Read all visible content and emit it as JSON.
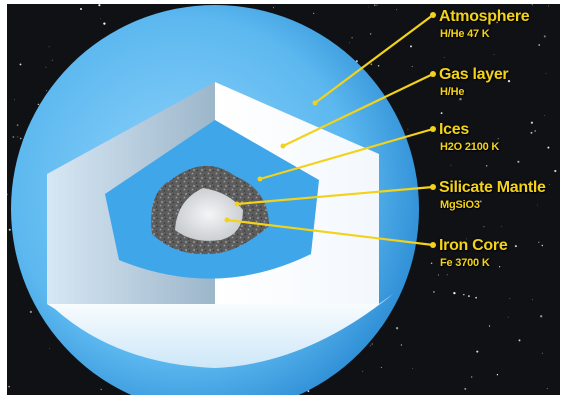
{
  "colors": {
    "background": "#101114",
    "label": "#f2d21a",
    "atmosphere": "#5cb8ef",
    "gas_layer": "#f4f9fe",
    "ices": "#3ea6e9",
    "silicate_mantle": "#6e6e6e",
    "iron_core": "#d9dce0"
  },
  "layers": [
    {
      "name": "Atmosphere",
      "detail": "H/He 47 K"
    },
    {
      "name": "Gas layer",
      "detail": "H/He"
    },
    {
      "name": "Ices",
      "detail": "H2O 2100 K"
    },
    {
      "name": "Silicate Mantle",
      "detail": "MgSiO3"
    },
    {
      "name": "Iron Core",
      "detail": "Fe 3700 K"
    }
  ]
}
